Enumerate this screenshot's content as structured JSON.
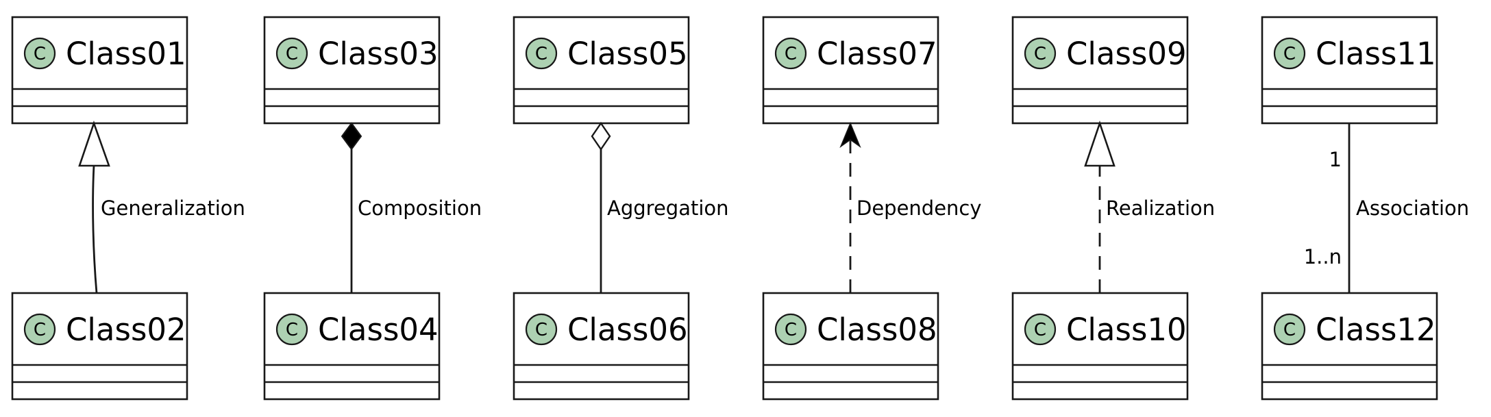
{
  "class_stereotype_glyph": "C",
  "class_icon_color": "#ADD1B2",
  "classes": [
    {
      "name": "Class01"
    },
    {
      "name": "Class02"
    },
    {
      "name": "Class03"
    },
    {
      "name": "Class04"
    },
    {
      "name": "Class05"
    },
    {
      "name": "Class06"
    },
    {
      "name": "Class07"
    },
    {
      "name": "Class08"
    },
    {
      "name": "Class09"
    },
    {
      "name": "Class10"
    },
    {
      "name": "Class11"
    },
    {
      "name": "Class12"
    }
  ],
  "relations": [
    {
      "label": "Generalization",
      "kind": "generalization"
    },
    {
      "label": "Composition",
      "kind": "composition"
    },
    {
      "label": "Aggregation",
      "kind": "aggregation"
    },
    {
      "label": "Dependency",
      "kind": "dependency"
    },
    {
      "label": "Realization",
      "kind": "realization"
    },
    {
      "label": "Association",
      "kind": "association",
      "source_multiplicity": "1",
      "target_multiplicity": "1..n"
    }
  ]
}
